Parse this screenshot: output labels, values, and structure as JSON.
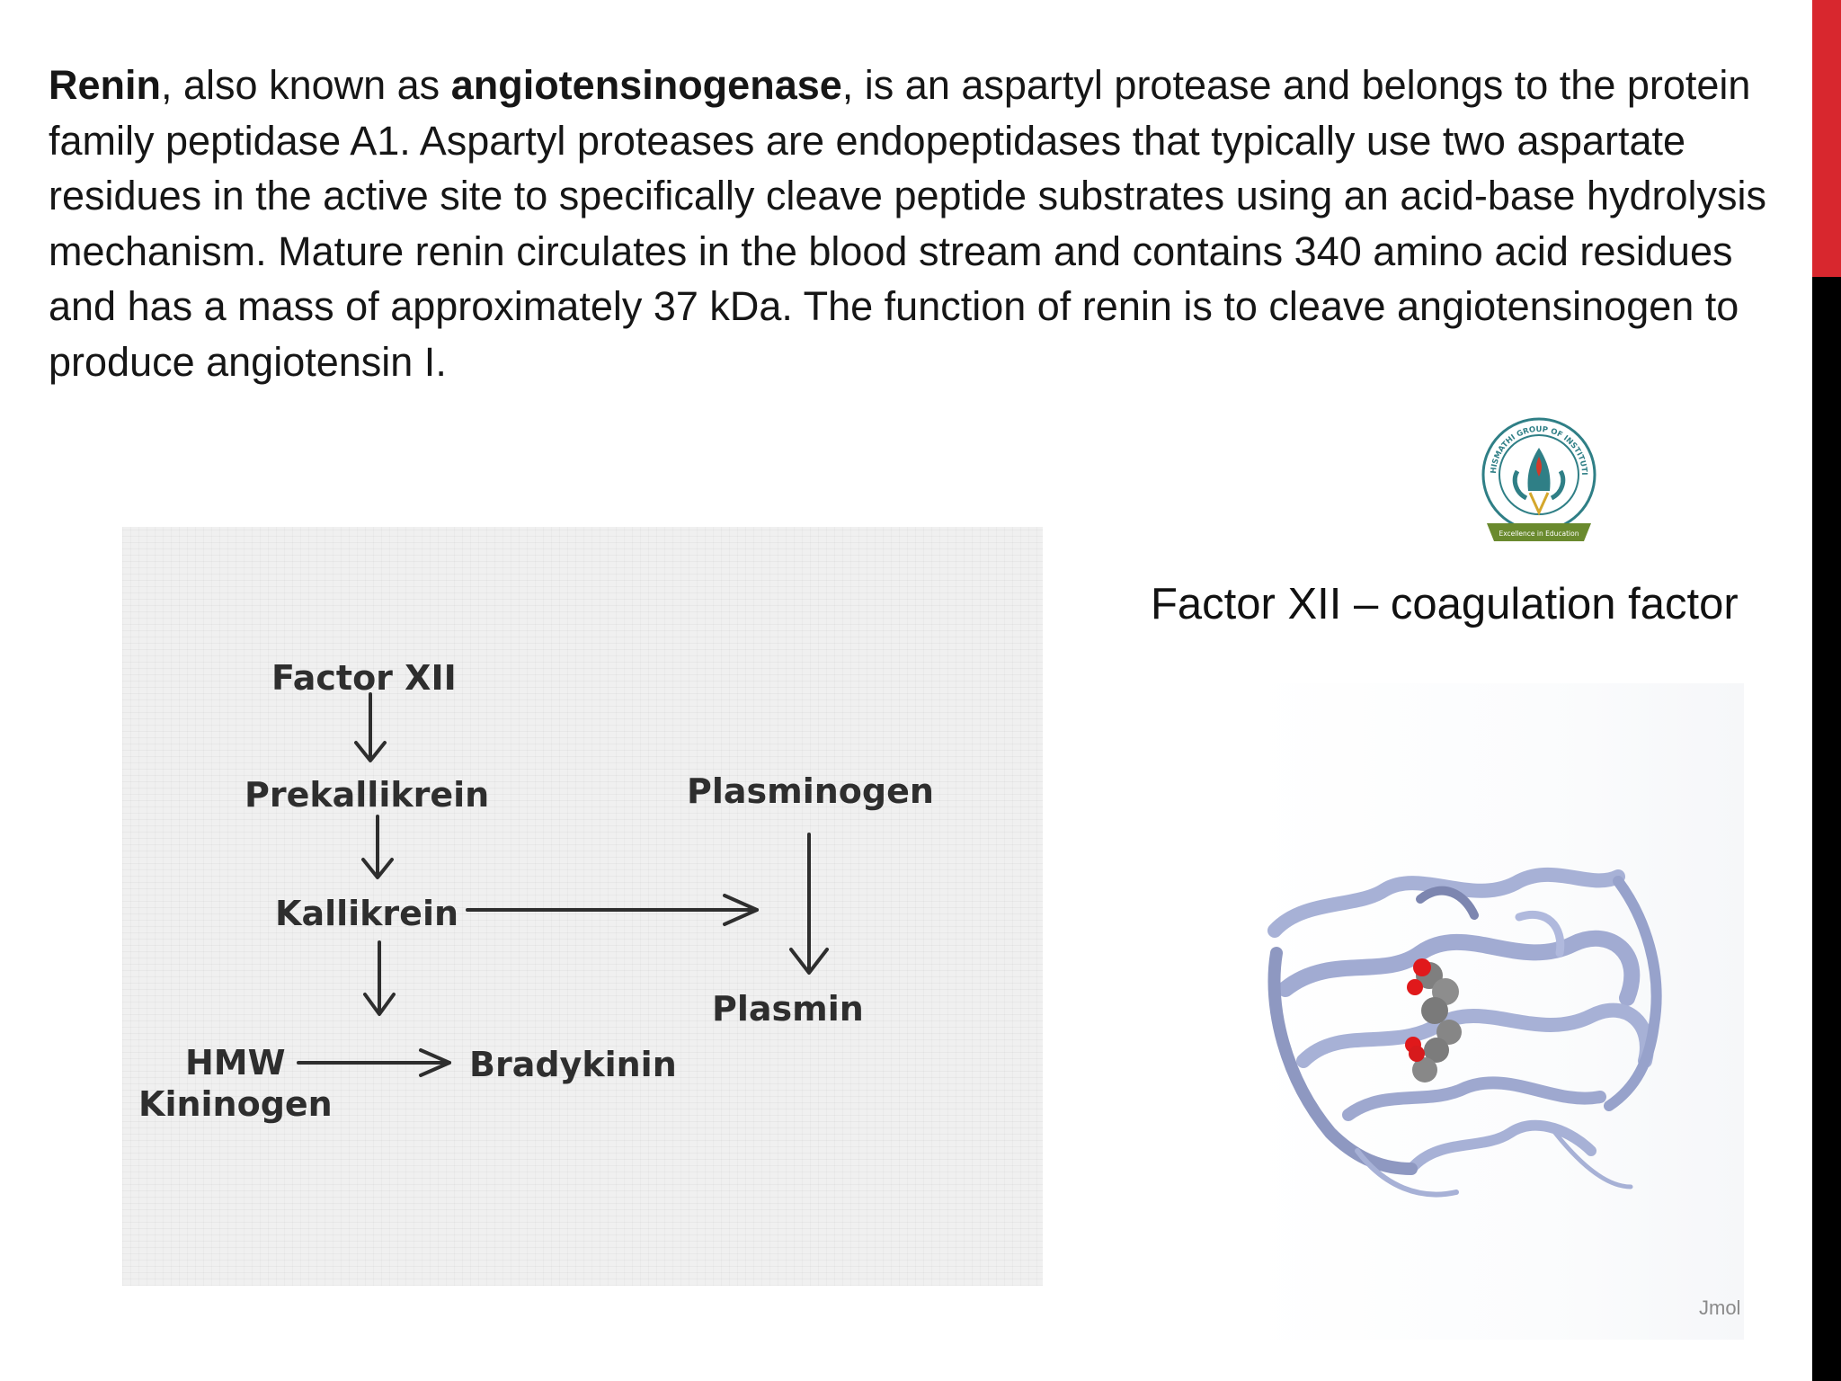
{
  "slide": {
    "intro_term": "Renin",
    "intro_mid": ", also known as ",
    "intro_term2": "angiotensinogenase",
    "intro_rest": ", is an aspartyl protease and belongs to the protein family peptidase A1. Aspartyl proteases are endopeptidases that typically use two aspartate residues in the active site to specifically cleave peptide substrates using an acid-base hydrolysis mechanism. Mature renin circulates in the blood stream and contains 340 amino acid residues and has a mass of approximately 37 kDa. The function of renin is to cleave angiotensinogen to produce angiotensin I."
  },
  "diagram": {
    "factor_xii": "Factor XII",
    "prekallikrein": "Prekallikrein",
    "kallikrein": "Kallikrein",
    "plasminogen": "Plasminogen",
    "plasmin": "Plasmin",
    "hmw": "HMW",
    "kininogen": "Kininogen",
    "bradykinin": "Bradykinin"
  },
  "caption": {
    "text": "Factor XII – coagulation factor"
  },
  "protein_view": {
    "watermark": "Jmol"
  },
  "logo": {
    "arc_text": "JYOTHISMATHI GROUP OF INSTITUTIONS",
    "ribbon_text": "Excellence in Education",
    "icon": "institution-emblem"
  },
  "colors": {
    "edge_accent": "#d8272e",
    "edge_dark": "#000000",
    "ribbon": "#6a8a2e",
    "protein": "#a7b1d6",
    "emblem": "#2f7f86"
  }
}
